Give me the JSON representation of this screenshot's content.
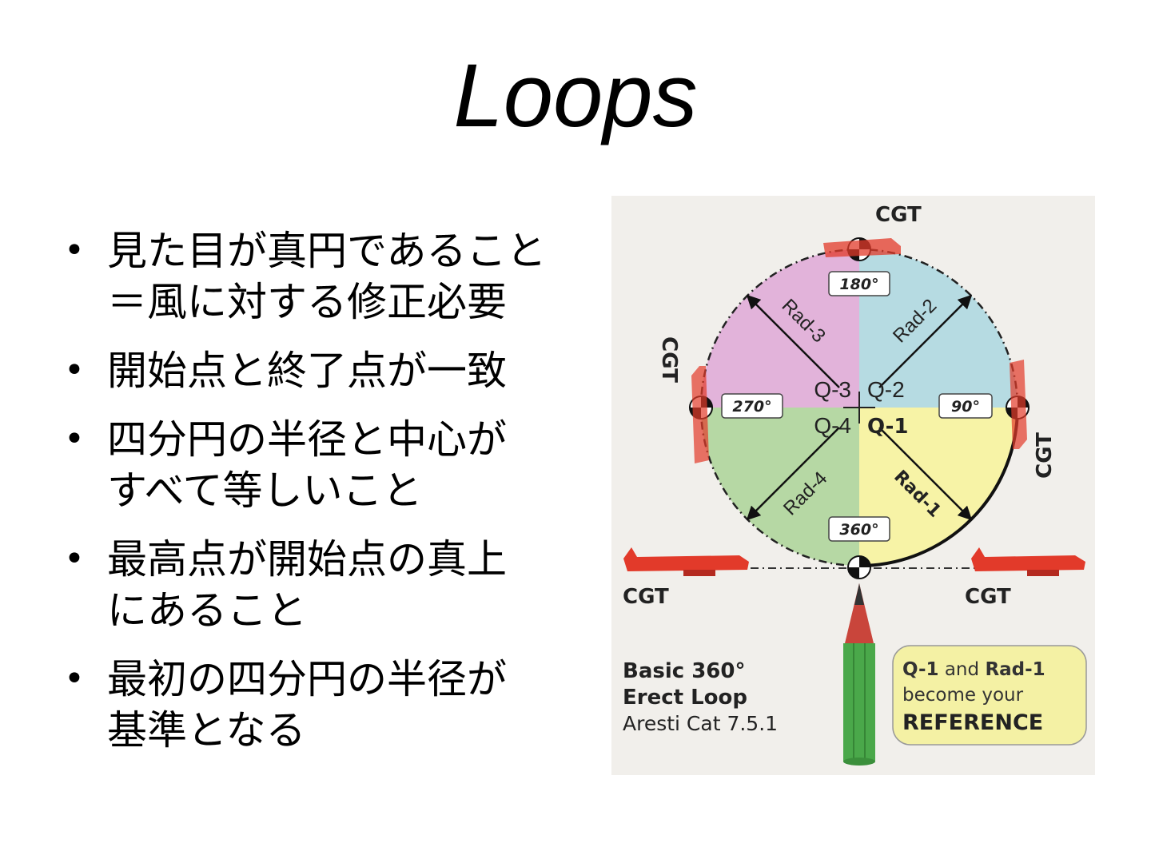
{
  "slide": {
    "title": "Loops",
    "bullets": [
      {
        "lines": [
          "見た目が真円であること",
          "＝風に対する修正必要"
        ]
      },
      {
        "lines": [
          "開始点と終了点が一致"
        ]
      },
      {
        "lines": [
          "四分円の半径と中心が",
          "すべて等しいこと"
        ]
      },
      {
        "lines": [
          "最高点が開始点の真上",
          "にあること"
        ]
      },
      {
        "lines": [
          "最初の四分円の半径が",
          "基準となる"
        ]
      }
    ]
  },
  "figure": {
    "cgt": "CGT",
    "angles": {
      "top": "180°",
      "left": "270°",
      "right": "90°",
      "bottom": "360°"
    },
    "quadrants": {
      "q1": "Q-1",
      "q2": "Q-2",
      "q3": "Q-3",
      "q4": "Q-4"
    },
    "radii": {
      "rad1": "Rad-1",
      "rad2": "Rad-2",
      "rad3": "Rad-3",
      "rad4": "Rad-4"
    },
    "caption": {
      "line1": "Basic 360°",
      "line2": "Erect Loop",
      "line3": "Aresti Cat 7.5.1"
    },
    "reference": {
      "line1_a": "Q-1",
      "line1_b": " and ",
      "line1_c": "Rad-1",
      "line2": "become your",
      "line3": "REFERENCE"
    },
    "colors": {
      "q1": "#f7f3a6",
      "q2": "#b6dbe2",
      "q3": "#e2b3da",
      "q4": "#b6d8a4",
      "plane": "#e23a2a",
      "reference_box": "#f4f1a4",
      "pencil_body": "#4aa84a",
      "pencil_tip": "#c9453b"
    }
  }
}
